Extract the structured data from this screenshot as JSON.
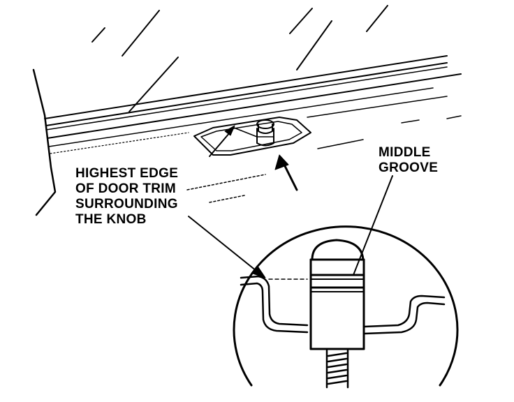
{
  "labels": {
    "trim_edge": {
      "line1": "HIGHEST EDGE",
      "line2": "OF DOOR TRIM",
      "line3": "SURROUNDING",
      "line4": "THE KNOB"
    },
    "middle_groove": {
      "line1": "MIDDLE",
      "line2": "GROOVE"
    }
  },
  "colors": {
    "ink": "#000000",
    "paper": "#ffffff"
  }
}
